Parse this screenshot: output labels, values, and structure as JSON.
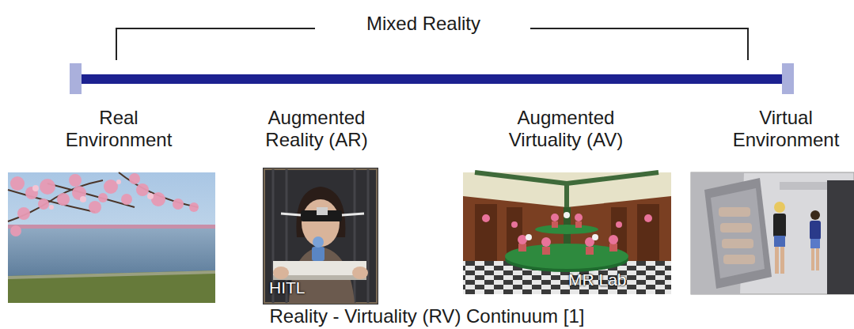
{
  "diagram": {
    "caption": "Reality - Virtuality (RV) Continuum [1]",
    "labels": [
      "Mixed Reality",
      "Real Environment",
      "Augmented Reality (AR)",
      "Augmented Virtuality (AV)",
      "Virtual Environment",
      "HITL",
      "MR Lab"
    ]
  }
}
